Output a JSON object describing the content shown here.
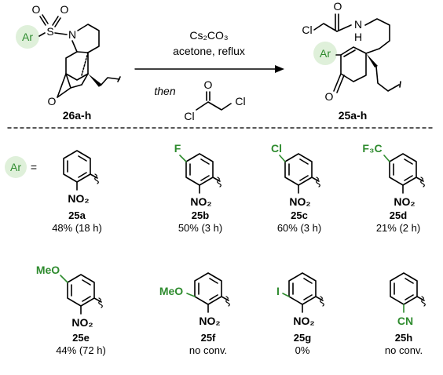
{
  "scheme": {
    "reactant_label": "26a-h",
    "product_label": "25a-h",
    "reagent_line1": "Cs₂CO₃",
    "reagent_line2": "acetone, reflux",
    "reagent_then": "then",
    "atoms": {
      "S": "S",
      "N": "N",
      "O": "O",
      "Ar": "Ar",
      "Cl": "Cl",
      "H": "H"
    },
    "ar_key": "Ar",
    "equals": "="
  },
  "colors": {
    "accent": "#2e8b2e",
    "badge_bg": "#dff0da",
    "divider": "#222222"
  },
  "substituent_text": {
    "F": "F",
    "Cl": "Cl",
    "CF3": "F₃C",
    "OMe": "MeO",
    "I": "I",
    "CN": "CN",
    "NO2": "NO₂"
  },
  "entries": [
    {
      "id": "25a",
      "result": "48% (18 h)"
    },
    {
      "id": "25b",
      "result": "50% (3 h)"
    },
    {
      "id": "25c",
      "result": "60% (3 h)"
    },
    {
      "id": "25d",
      "result": "21% (2 h)"
    },
    {
      "id": "25e",
      "result": "44% (72 h)"
    },
    {
      "id": "25f",
      "result": "no conv."
    },
    {
      "id": "25g",
      "result": "0%"
    },
    {
      "id": "25h",
      "result": "no conv."
    }
  ]
}
